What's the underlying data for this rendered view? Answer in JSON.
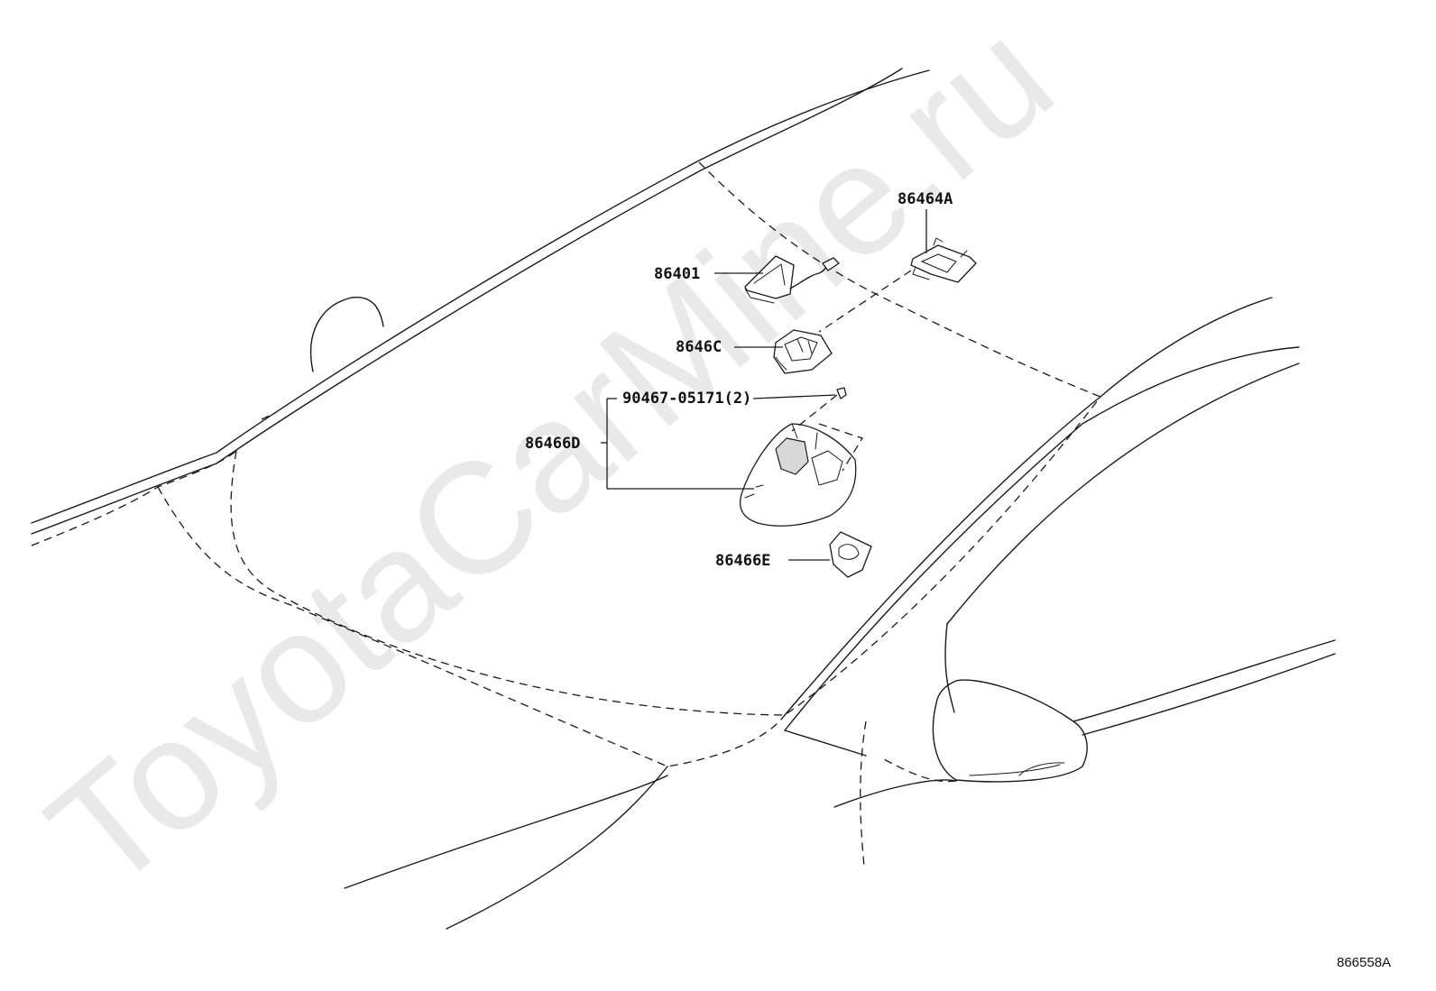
{
  "watermark": "ToyotaCarMine.ru",
  "callouts": {
    "p86464a": "86464A",
    "p86401": "86401",
    "p8646c": "8646C",
    "p90467": "90467-05171(2)",
    "p86466d": "86466D",
    "p86466e": "86466E"
  },
  "reference_code": "866558A"
}
